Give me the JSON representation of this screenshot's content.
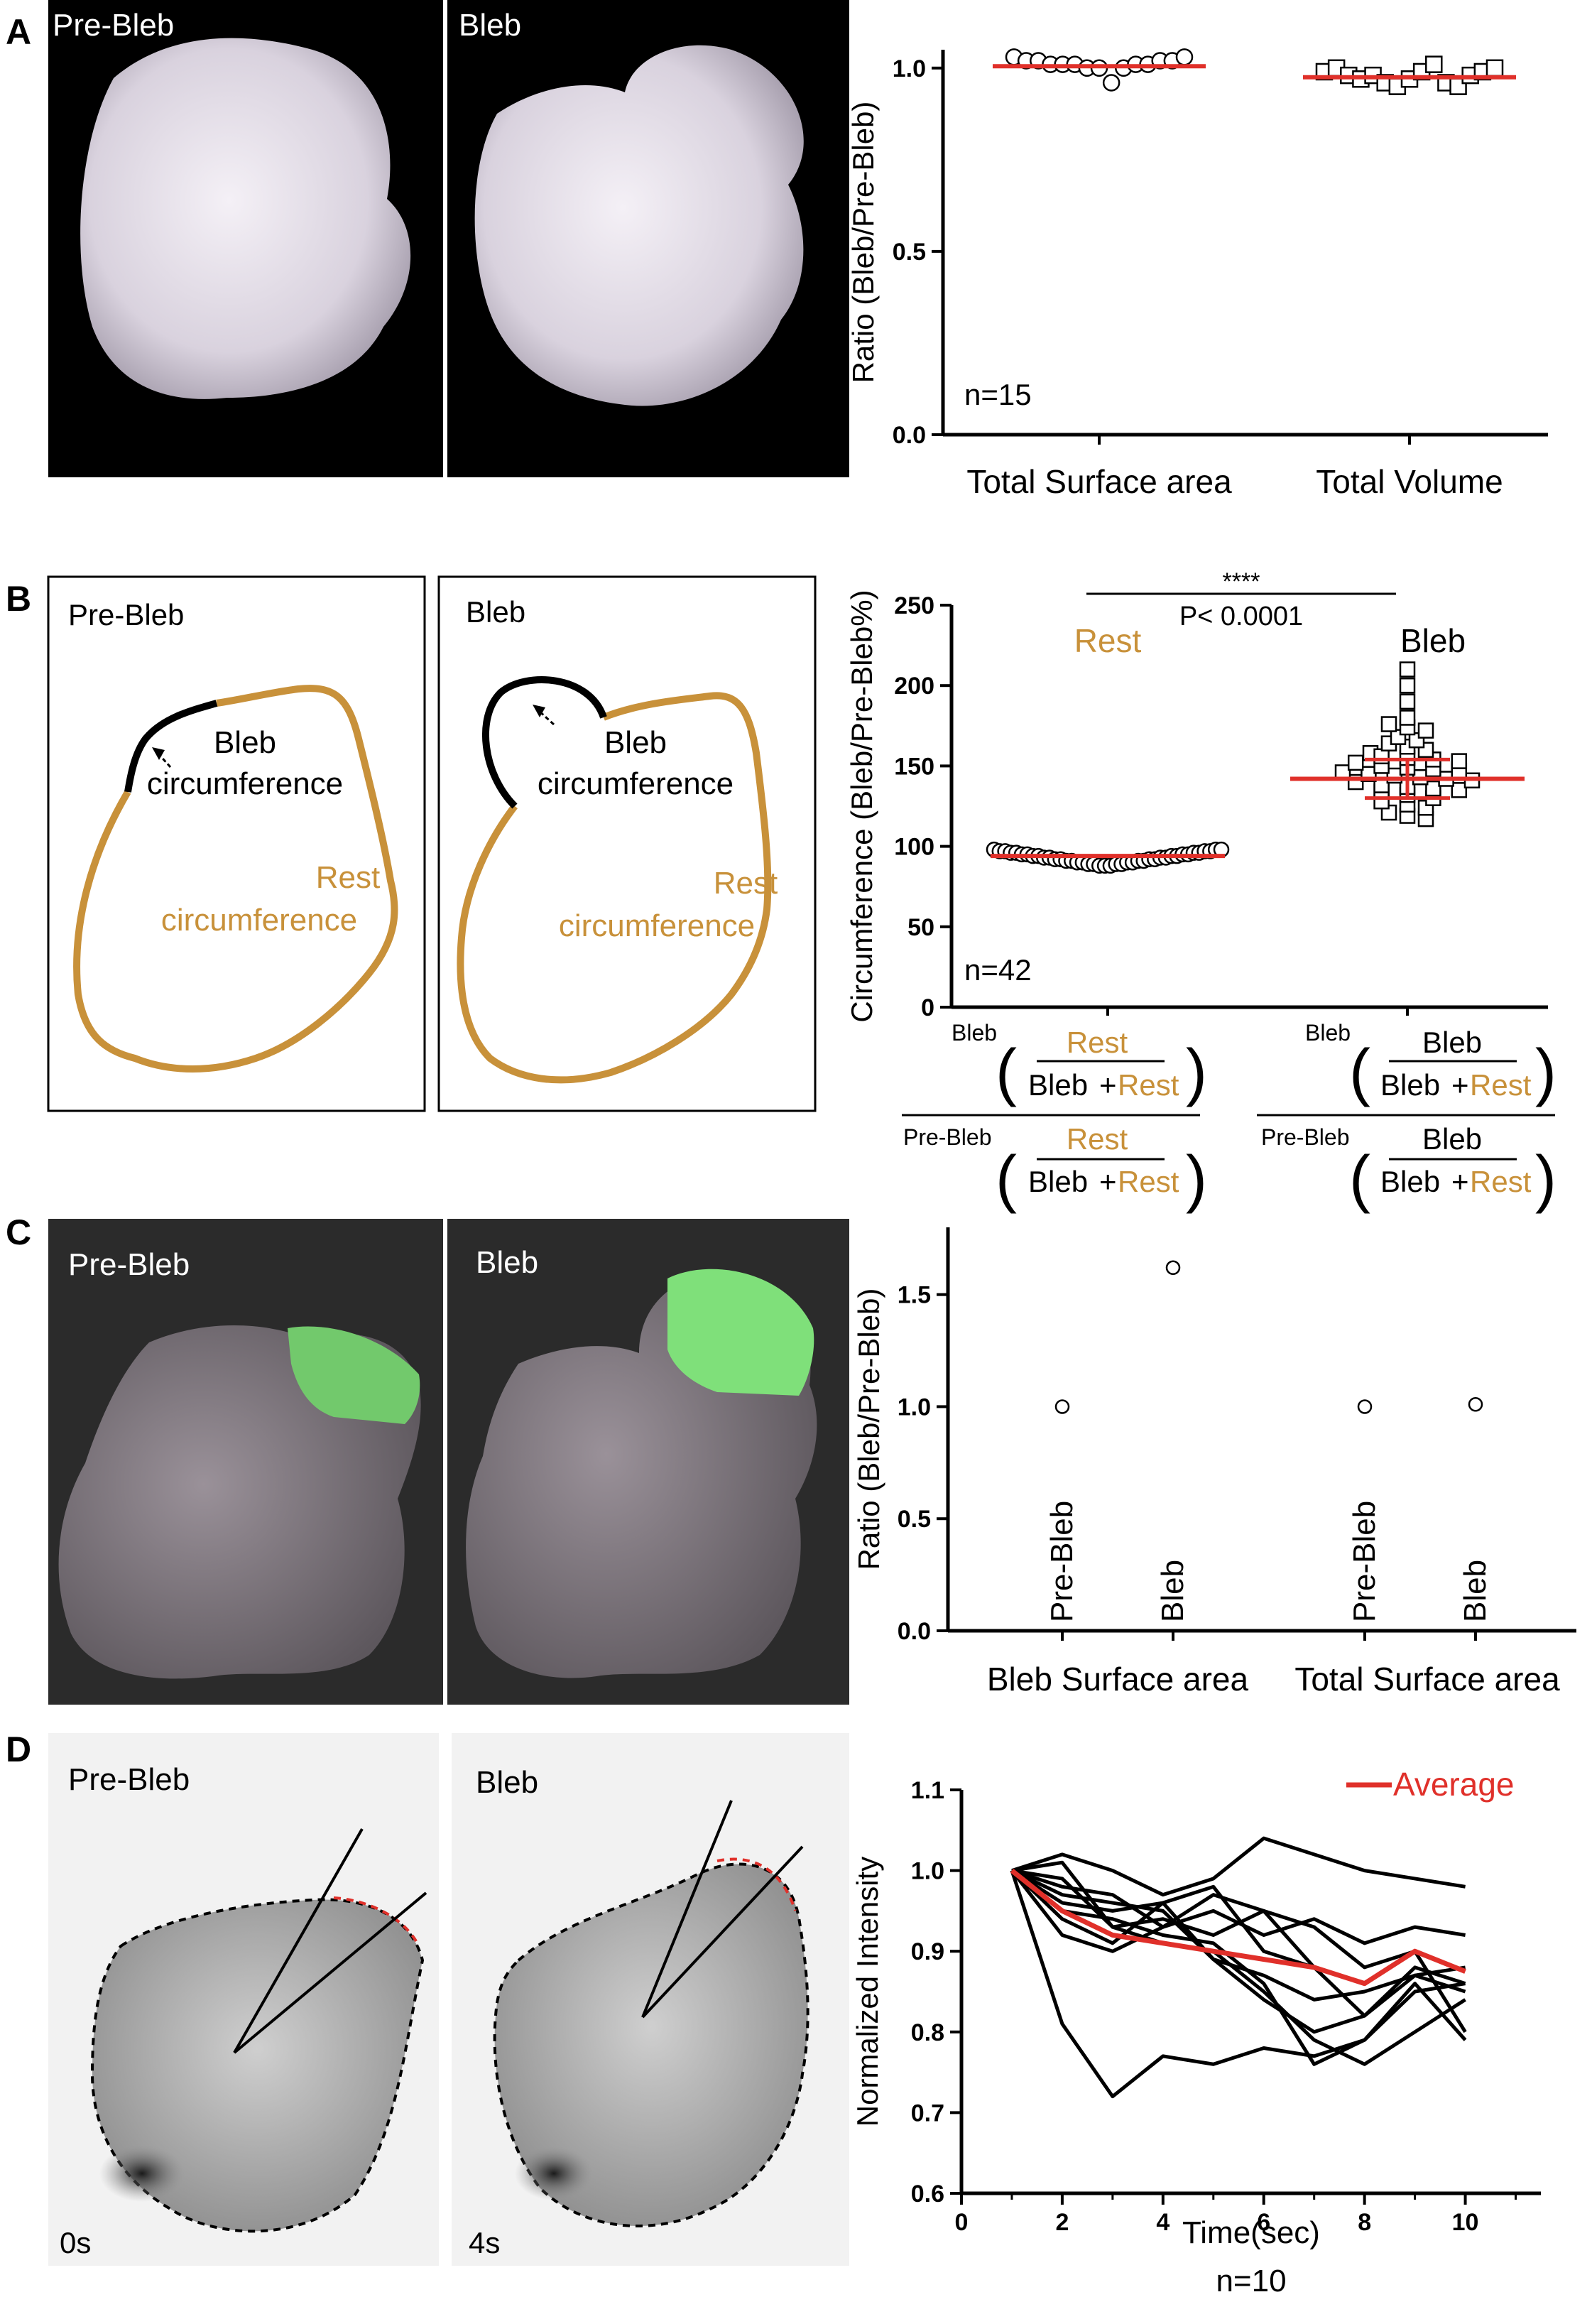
{
  "panels": {
    "A": {
      "letter": "A",
      "img_left_label": "Pre-Bleb",
      "img_right_label": "Bleb",
      "chart_n": "n=15"
    },
    "B": {
      "letter": "B",
      "box_left_title": "Pre-Bleb",
      "box_right_title": "Bleb",
      "bleb_line1": "Bleb",
      "bleb_line2": "circumference",
      "rest_line1": "Rest",
      "rest_line2": "circumference",
      "chart_n": "n=42",
      "sig_stars": "****",
      "sig_p": "P< 0.0001",
      "label_rest": "Rest",
      "label_bleb": "Bleb",
      "formula": {
        "sup_bleb": "Bleb",
        "sup_prebleb": "Pre-Bleb",
        "left_num": "Rest",
        "right_num": "Bleb",
        "den_bleb": "Bleb",
        "den_plus": "+",
        "den_rest": "Rest"
      }
    },
    "C": {
      "letter": "C",
      "img_left_label": "Pre-Bleb",
      "img_right_label": "Bleb"
    },
    "D": {
      "letter": "D",
      "img_left_label": "Pre-Bleb",
      "img_right_label": "Bleb",
      "img_left_time": "0s",
      "img_right_time": "4s",
      "legend": "Average",
      "chart_n": "n=10"
    }
  },
  "colors": {
    "red": "#e0302a",
    "gold": "#c8913a",
    "dark_bg": "#2b2b2b",
    "green": "#7fe07a"
  },
  "chart_data": [
    {
      "type": "scatter",
      "panel": "A",
      "ylabel": "Ratio (Bleb/Pre-Bleb)",
      "categories": [
        "Total Surface area",
        "Total Volume"
      ],
      "ylim": [
        0,
        1.05
      ],
      "yticks": [
        "0.0",
        "0.5",
        "1.0"
      ],
      "series": [
        {
          "marker": "circle",
          "values": [
            1.03,
            1.02,
            1.02,
            1.01,
            1.01,
            1.01,
            1.0,
            1.0,
            0.96,
            1.0,
            1.01,
            1.01,
            1.02,
            1.02,
            1.03
          ],
          "mean": 1.005
        },
        {
          "marker": "square",
          "values": [
            0.99,
            1.0,
            0.98,
            0.97,
            0.98,
            0.96,
            0.95,
            0.97,
            0.99,
            1.01,
            0.96,
            0.95,
            0.98,
            0.99,
            1.0
          ],
          "mean": 0.975
        }
      ]
    },
    {
      "type": "scatter",
      "panel": "B",
      "ylabel": "Circumference (Bleb/Pre-Bleb%)",
      "categories": [
        "Rest",
        "Bleb"
      ],
      "ylim": [
        0,
        250
      ],
      "yticks": [
        "0",
        "50",
        "100",
        "150",
        "200",
        "250"
      ],
      "series": [
        {
          "marker": "circle",
          "values": [
            98,
            97,
            97,
            96,
            96,
            95,
            95,
            94,
            94,
            93,
            93,
            92,
            92,
            91,
            91,
            90,
            90,
            89,
            89,
            88,
            88,
            88,
            89,
            89,
            90,
            90,
            91,
            91,
            92,
            92,
            93,
            93,
            94,
            94,
            95,
            95,
            96,
            96,
            97,
            97,
            98,
            98
          ],
          "mean": 94
        },
        {
          "marker": "square",
          "values": [
            210,
            200,
            190,
            180,
            176,
            174,
            172,
            168,
            166,
            164,
            162,
            160,
            158,
            156,
            155,
            154,
            153,
            152,
            150,
            149,
            148,
            147,
            146,
            145,
            144,
            143,
            142,
            141,
            140,
            138,
            137,
            136,
            135,
            134,
            132,
            130,
            128,
            126,
            124,
            121,
            119,
            117
          ],
          "mean": 142,
          "sd": [
            130,
            154
          ]
        }
      ]
    },
    {
      "type": "scatter",
      "panel": "C",
      "ylabel": "Ratio (Bleb/Pre-Bleb)",
      "groups": [
        "Bleb Surface area",
        "Total Surface area"
      ],
      "categories": [
        "Pre-Bleb",
        "Bleb",
        "Pre-Bleb",
        "Bleb"
      ],
      "values": [
        1.0,
        1.62,
        1.0,
        1.01
      ],
      "ylim": [
        0,
        1.8
      ],
      "yticks": [
        "0.0",
        "0.5",
        "1.0",
        "1.5"
      ]
    },
    {
      "type": "line",
      "panel": "D",
      "xlabel": "Time(sec)",
      "ylabel": "Normalized Intensity",
      "xlim": [
        0,
        11.5
      ],
      "ylim": [
        0.6,
        1.1
      ],
      "xticks": [
        "0",
        "2",
        "4",
        "6",
        "8",
        "10"
      ],
      "yticks": [
        "0.6",
        "0.7",
        "0.8",
        "0.9",
        "1.0",
        "1.1"
      ],
      "series": [
        {
          "x": [
            1,
            2,
            3,
            4,
            5,
            6,
            7,
            8,
            9,
            10
          ],
          "y": [
            1.0,
            0.81,
            0.72,
            0.77,
            0.76,
            0.78,
            0.77,
            0.79,
            0.86,
            0.79
          ]
        },
        {
          "x": [
            1,
            2,
            3,
            4,
            5,
            6,
            7,
            8,
            9,
            10
          ],
          "y": [
            1.0,
            1.01,
            0.93,
            0.94,
            0.92,
            0.95,
            0.88,
            0.82,
            0.87,
            0.85
          ]
        },
        {
          "x": [
            1,
            2,
            3,
            4,
            5,
            6,
            7,
            8,
            9,
            10
          ],
          "y": [
            1.0,
            1.02,
            1.0,
            0.97,
            0.99,
            1.04,
            1.02,
            1.0,
            0.99,
            0.98
          ]
        },
        {
          "x": [
            1,
            2,
            3,
            4,
            5,
            6,
            7,
            8,
            9,
            10
          ],
          "y": [
            1.0,
            0.99,
            0.93,
            0.91,
            0.9,
            0.85,
            0.79,
            0.76,
            0.8,
            0.84
          ]
        },
        {
          "x": [
            1,
            2,
            3,
            4,
            5,
            6,
            7,
            8,
            9,
            10
          ],
          "y": [
            1.0,
            0.97,
            0.96,
            0.95,
            0.89,
            0.84,
            0.8,
            0.82,
            0.88,
            0.86
          ]
        },
        {
          "x": [
            1,
            2,
            3,
            4,
            5,
            6,
            7,
            8,
            9,
            10
          ],
          "y": [
            1.0,
            0.92,
            0.9,
            0.93,
            0.95,
            0.92,
            0.94,
            0.91,
            0.93,
            0.92
          ]
        },
        {
          "x": [
            1,
            2,
            3,
            4,
            5,
            6,
            7,
            8,
            9,
            10
          ],
          "y": [
            1.0,
            0.94,
            0.91,
            0.96,
            0.89,
            0.87,
            0.84,
            0.85,
            0.87,
            0.88
          ]
        },
        {
          "x": [
            1,
            2,
            3,
            4,
            5,
            6,
            7,
            8,
            9,
            10
          ],
          "y": [
            1.0,
            0.95,
            0.94,
            0.92,
            0.91,
            0.86,
            0.76,
            0.79,
            0.85,
            0.86
          ]
        },
        {
          "x": [
            1,
            2,
            3,
            4,
            5,
            6,
            7,
            8,
            9,
            10
          ],
          "y": [
            1.0,
            0.98,
            0.97,
            0.93,
            0.97,
            0.95,
            0.93,
            0.88,
            0.9,
            0.8
          ]
        },
        {
          "x": [
            1,
            2,
            3,
            4,
            5,
            6,
            7
          ],
          "y": [
            1.0,
            0.96,
            0.95,
            0.96,
            0.98,
            0.9,
            0.88
          ]
        },
        {
          "name": "Average",
          "color": "#e0302a",
          "x": [
            1,
            2,
            3,
            4,
            5,
            6,
            7,
            8,
            9,
            10
          ],
          "y": [
            1.0,
            0.95,
            0.92,
            0.91,
            0.9,
            0.89,
            0.88,
            0.86,
            0.9,
            0.875
          ]
        }
      ]
    }
  ]
}
